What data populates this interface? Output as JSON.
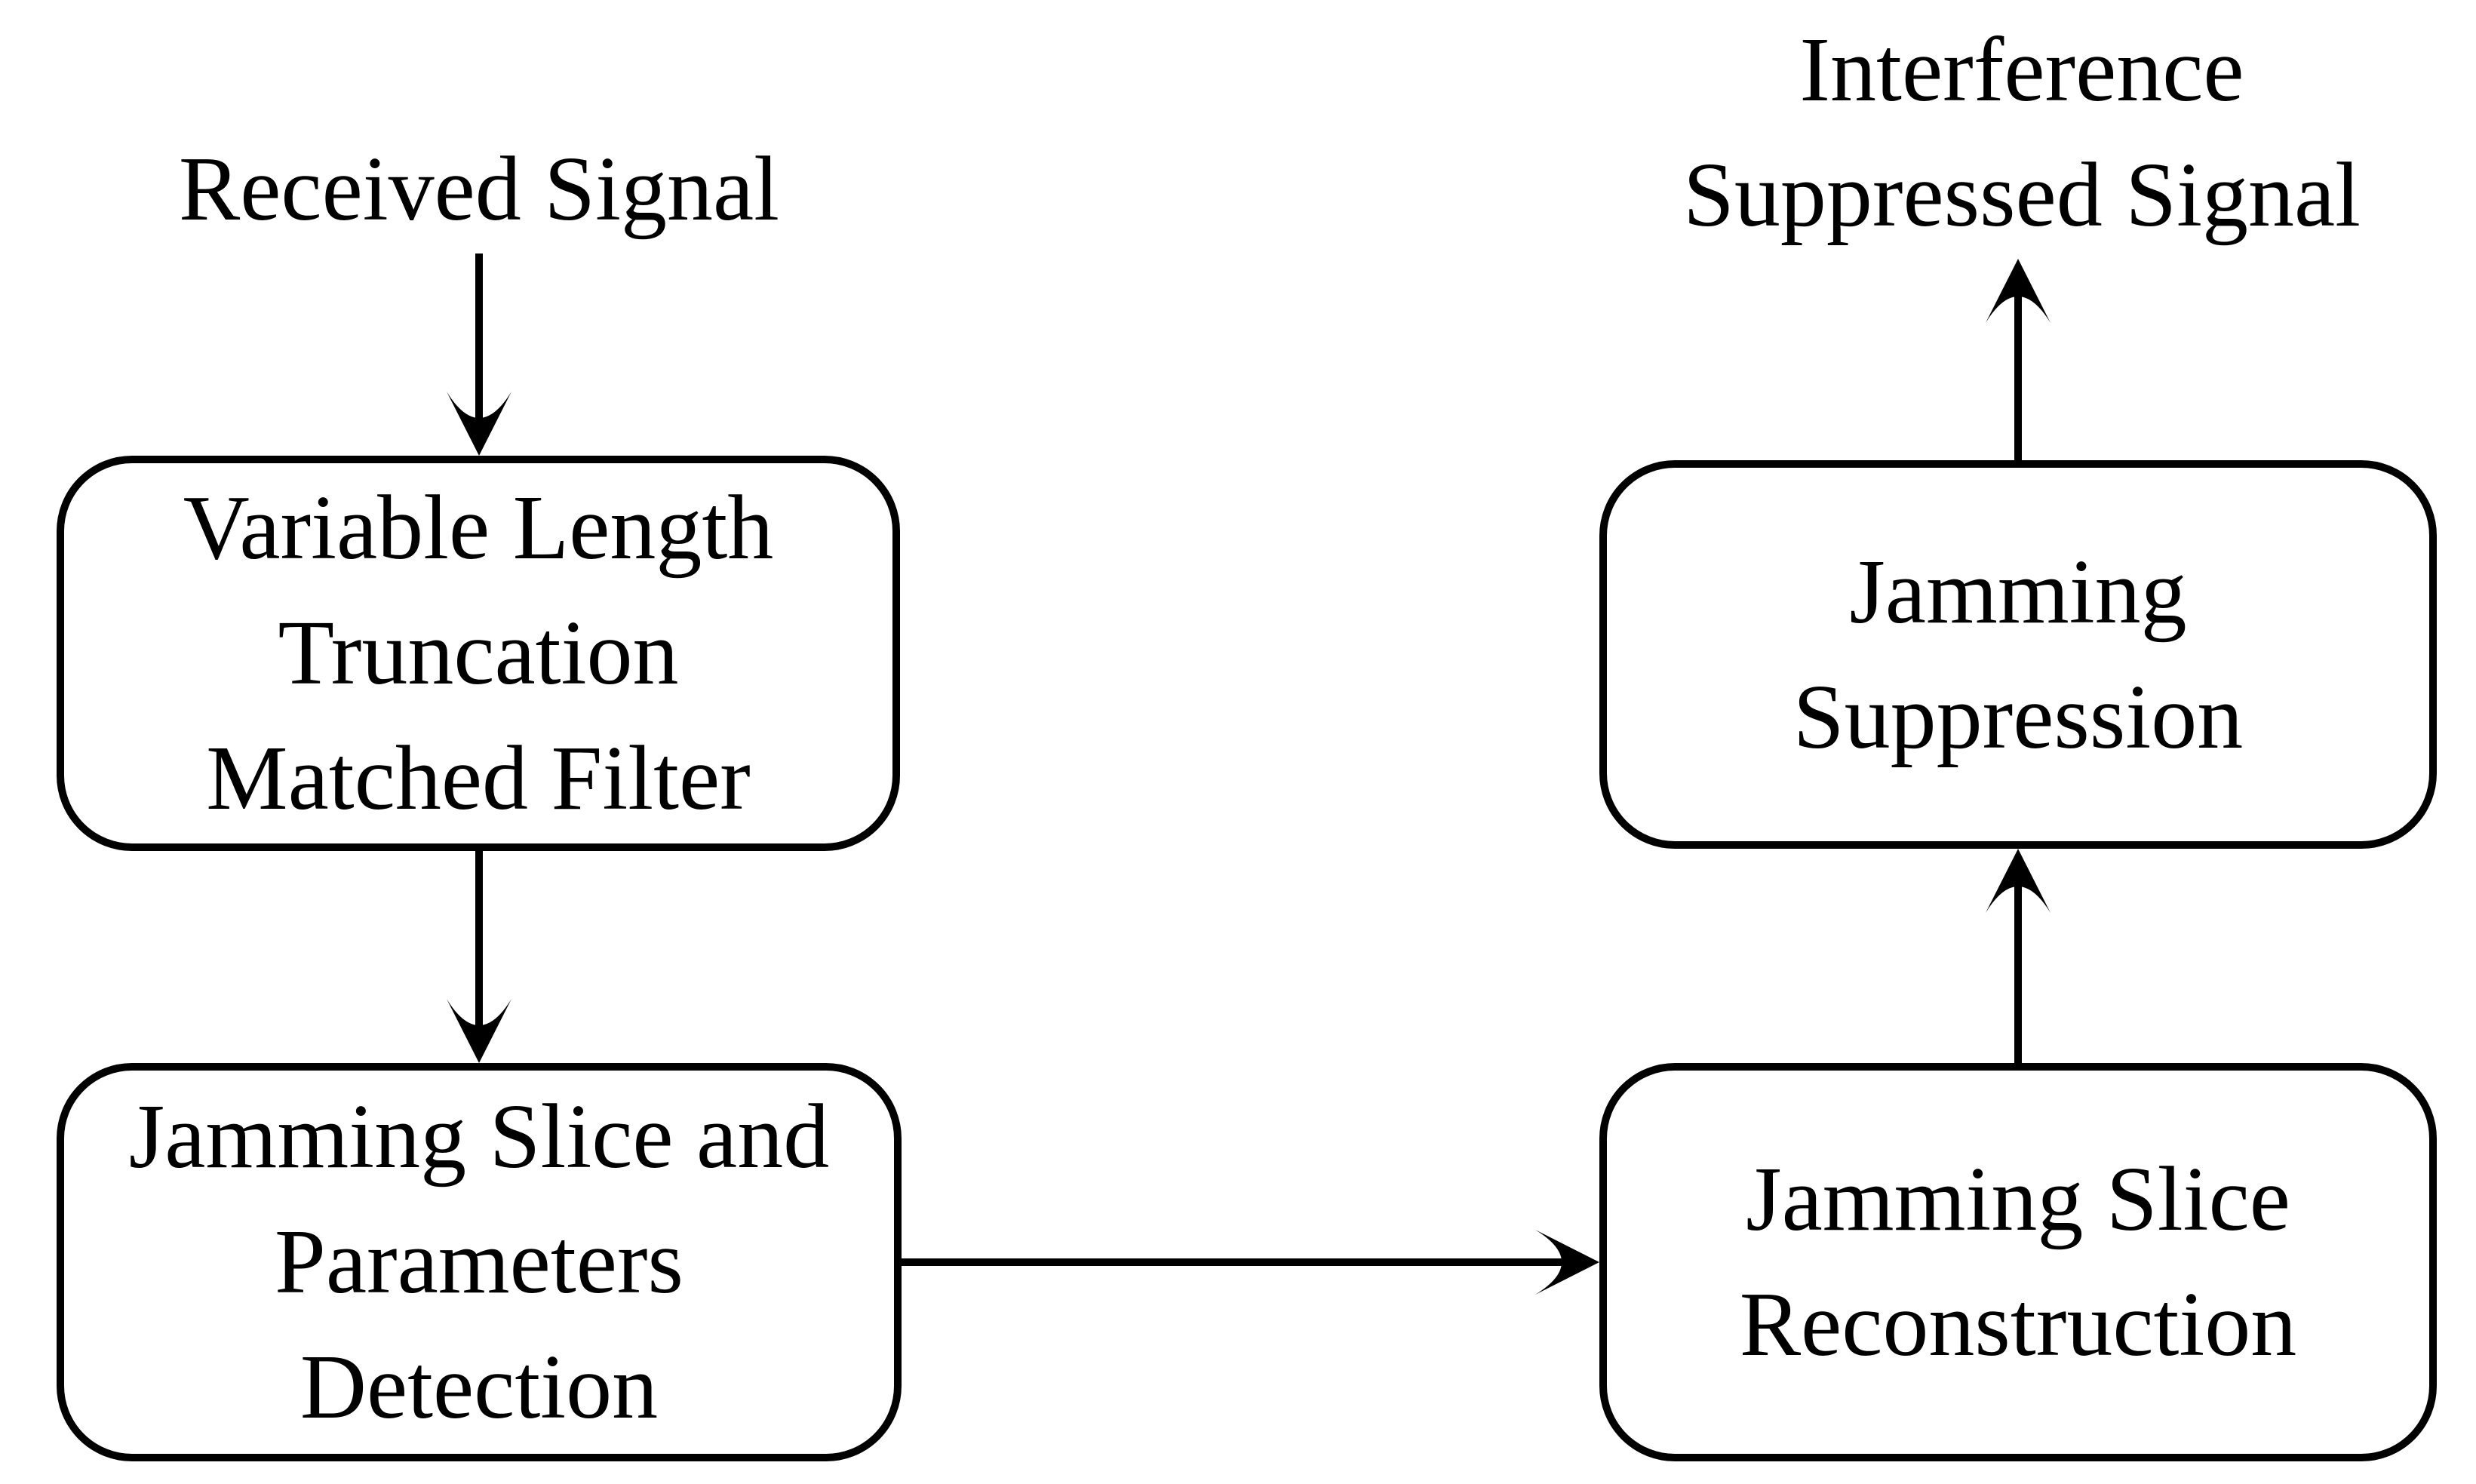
{
  "figure": {
    "type": "flowchart",
    "background_color": "#ffffff",
    "ink_color": "#000000"
  },
  "labels": {
    "input_signal": "Received Signal",
    "output_signal": [
      "Interference",
      "Suppressed Signal"
    ]
  },
  "boxes": [
    {
      "name": "variable-length-truncation-matched-filter",
      "lines": [
        "Variable Length",
        "Truncation",
        "Matched Filter"
      ]
    },
    {
      "name": "jamming-slice-and-parameters-detection",
      "lines": [
        "Jamming Slice and",
        "Parameters",
        "Detection"
      ]
    },
    {
      "name": "jamming-slice-reconstruction",
      "lines": [
        "Jamming Slice",
        "Reconstruction"
      ]
    },
    {
      "name": "jamming-suppression",
      "lines": [
        "Jamming",
        "Suppression"
      ]
    }
  ],
  "arrows": [
    {
      "from": "Received Signal",
      "to": "Variable Length Truncation Matched Filter",
      "direction": "down"
    },
    {
      "from": "Variable Length Truncation Matched Filter",
      "to": "Jamming Slice and Parameters Detection",
      "direction": "down"
    },
    {
      "from": "Jamming Slice and Parameters Detection",
      "to": "Jamming Slice Reconstruction",
      "direction": "right"
    },
    {
      "from": "Jamming Slice Reconstruction",
      "to": "Jamming Suppression",
      "direction": "up"
    },
    {
      "from": "Jamming Suppression",
      "to": "Interference Suppressed Signal",
      "direction": "up"
    }
  ]
}
